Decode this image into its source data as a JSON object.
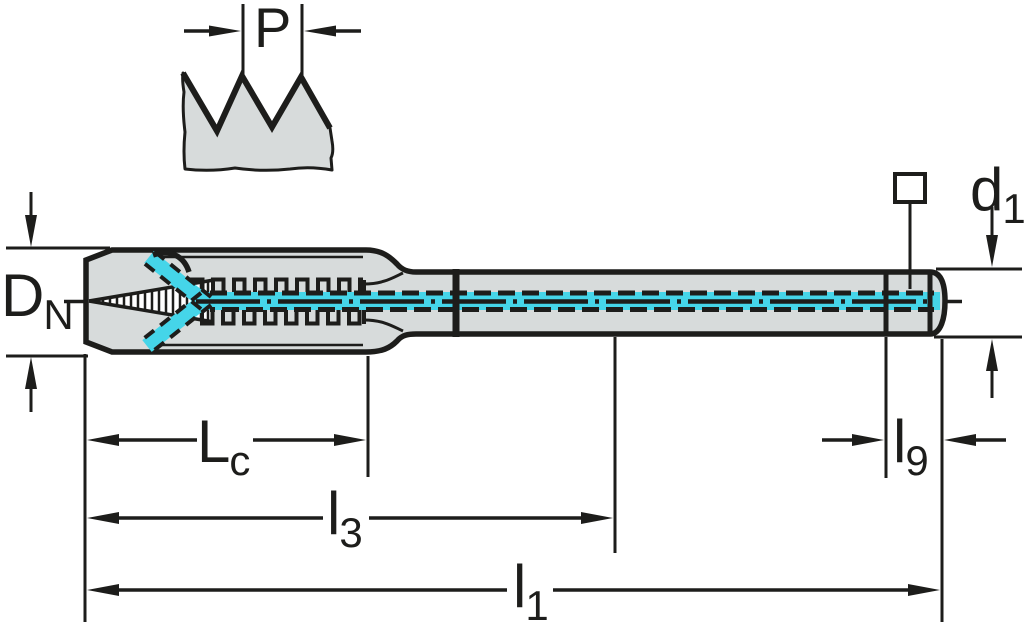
{
  "drawing": {
    "description": "Thread tap dimensional drawing",
    "labels": {
      "pitch": {
        "main": "P",
        "sub": ""
      },
      "nominal_diameter": {
        "main": "D",
        "sub": "N"
      },
      "shank_diameter": {
        "main": "d",
        "sub": "1"
      },
      "chamfer_length": {
        "main": "L",
        "sub": "c"
      },
      "thread_neck_length": {
        "main": "l",
        "sub": "3"
      },
      "overall_length": {
        "main": "l",
        "sub": "1"
      },
      "square_drive_length": {
        "main": "l",
        "sub": "9"
      }
    },
    "symbols": {
      "square_drive": "square-drive-icon"
    },
    "colors": {
      "coolant_channel": "#45d5e9",
      "body_fill": "#d7dbdb",
      "line": "#1d1d1b",
      "background": "#ffffff"
    }
  }
}
